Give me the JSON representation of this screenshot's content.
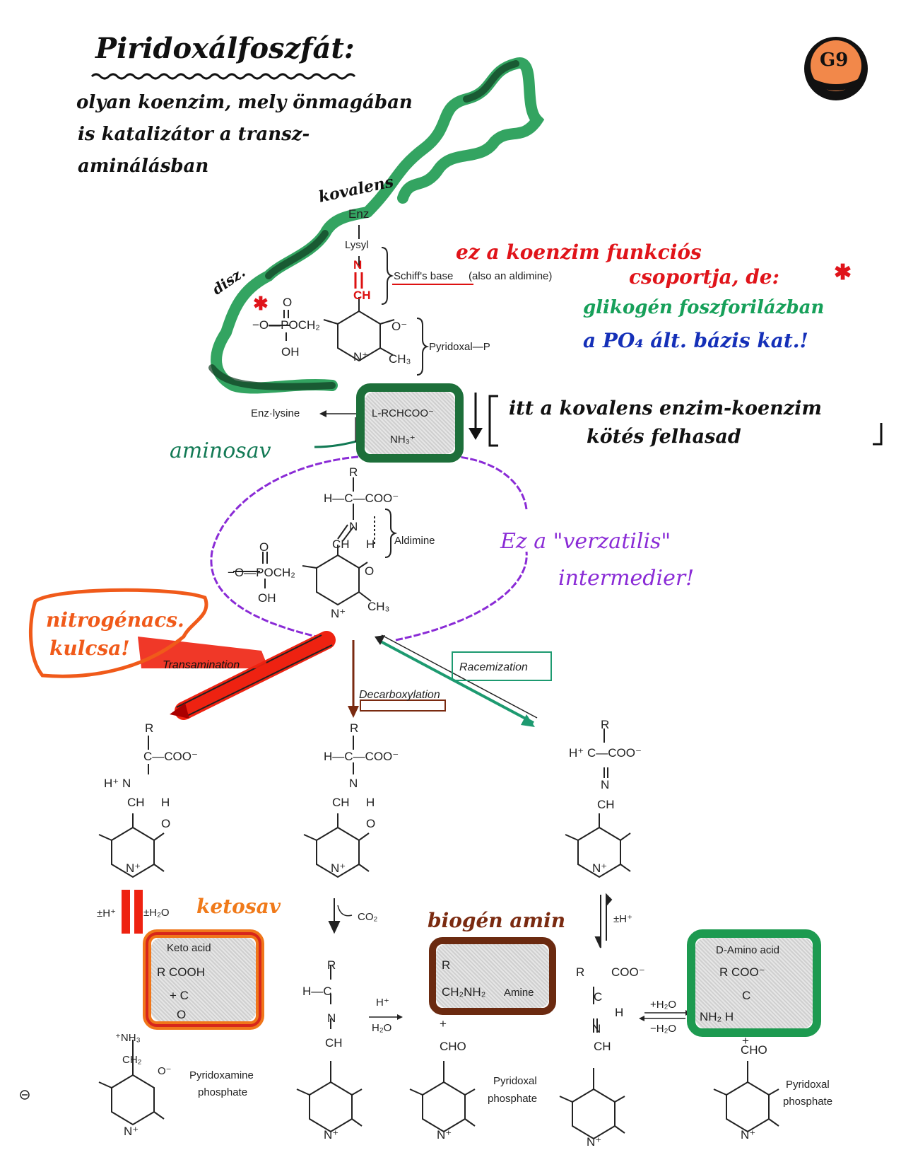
{
  "badge": "G9",
  "title": "Piridoxálfoszfát:",
  "intro": [
    "olyan koenzim, mely önmagában",
    "is katalizátor a transz-",
    "aminálásban"
  ],
  "notes": {
    "kovalens": "kovalens",
    "disz": "disz.",
    "funkcio_1": "ez a koenzim funkciós",
    "funkcio_2": "csoportja, de:",
    "glikogen_1": "glikogén foszforilázban",
    "glikogen_2": "a PO₄ ált. bázis kat.!",
    "itt_1": "itt a kovalens enzim-koenzim",
    "itt_2": "kötés felhasad",
    "aminosav": "aminosav",
    "verz_1": "Ez a \"verzatilis\"",
    "verz_2": "intermedier!",
    "nitro_1": "nitrogénacs.",
    "nitro_2": "kulcsa!",
    "ketosav": "ketosav",
    "biogen": "biogén amin"
  },
  "printed": {
    "enz": "Enz",
    "lysyl": "Lysyl",
    "schiff": "Schiff's base",
    "schiff_note": "(also an aldimine)",
    "pyridoxal_p": "Pyridoxal—P",
    "enz_lysine": "Enz·lysine",
    "amino_acid_top": "L-RCHCOO⁻",
    "amino_nh3": "NH₃⁺",
    "aldimine": "Aldimine",
    "transamination": "Transamination",
    "decarboxylation": "Decarboxylation",
    "racemization": "Racemization",
    "keto_acid": "Keto acid",
    "amine": "Amine",
    "d_amino_acid": "D-Amino acid",
    "pyridoxamine_1": "Pyridoxamine",
    "pyridoxamine_2": "phosphate",
    "pyridoxal_1": "Pyridoxal",
    "pyridoxal_2": "phosphate",
    "pyridoxal2_1": "Pyridoxal",
    "pyridoxal2_2": "phosphate",
    "co2": "CO₂",
    "h_plus": "±H⁺",
    "h2o": "±H₂O",
    "h_plus_r": "±H⁺",
    "plus_h2o": "+H₂O",
    "minus_h2o": "−H₂O",
    "hplus": "H⁺",
    "h2o_b": "H₂O"
  }
}
